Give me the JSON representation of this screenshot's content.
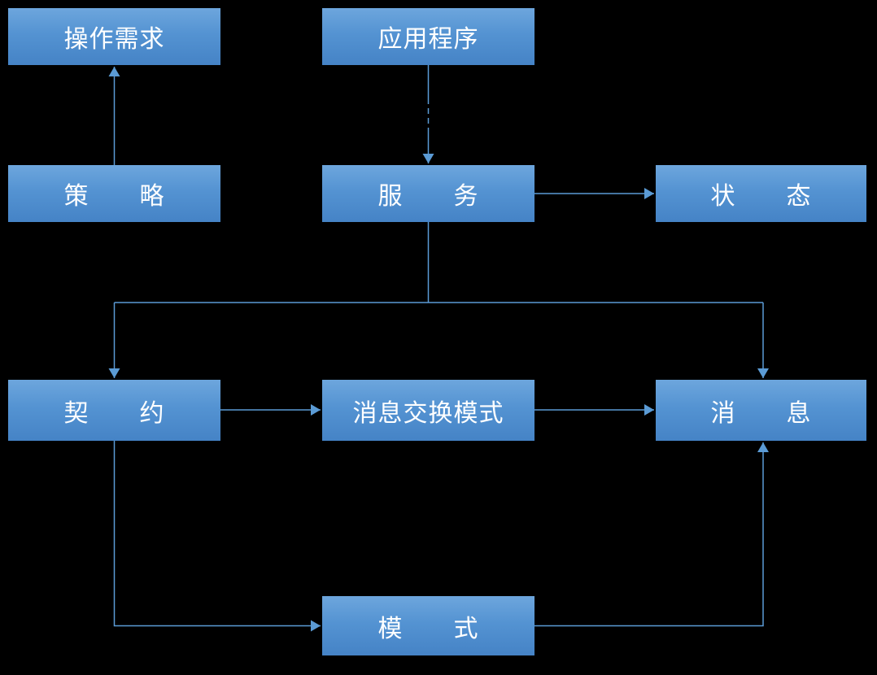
{
  "diagram": {
    "background_color": "#000000",
    "node_gradient_top": "#6DA6DD",
    "node_gradient_bottom": "#4583C6",
    "node_text_color": "#FFFFFF",
    "connector_color": "#5B9BD5",
    "nodes": [
      {
        "id": "operation-requirements",
        "label": "操作需求"
      },
      {
        "id": "application",
        "label": "应用程序"
      },
      {
        "id": "policy",
        "label": "策　　略"
      },
      {
        "id": "service",
        "label": "服　　务"
      },
      {
        "id": "state",
        "label": "状　　态"
      },
      {
        "id": "contract",
        "label": "契　　约"
      },
      {
        "id": "message-exchange-pattern",
        "label": "消息交换模式"
      },
      {
        "id": "message",
        "label": "消　　息"
      },
      {
        "id": "schema",
        "label": "模　　式"
      }
    ],
    "connections": [
      {
        "from": "policy",
        "to": "operation-requirements",
        "style": "solid",
        "arrow": "up"
      },
      {
        "from": "application",
        "to": "service",
        "style": "dashed",
        "arrow": "down"
      },
      {
        "from": "service",
        "to": "state",
        "style": "solid",
        "arrow": "right"
      },
      {
        "from": "service",
        "to": "contract",
        "style": "solid",
        "arrow": "down"
      },
      {
        "from": "service",
        "to": "message",
        "style": "solid",
        "arrow": "down"
      },
      {
        "from": "contract",
        "to": "message-exchange-pattern",
        "style": "solid",
        "arrow": "right"
      },
      {
        "from": "message-exchange-pattern",
        "to": "message",
        "style": "solid",
        "arrow": "right"
      },
      {
        "from": "contract",
        "to": "schema",
        "style": "solid",
        "arrow": "right"
      },
      {
        "from": "schema",
        "to": "message",
        "style": "solid",
        "arrow": "up"
      }
    ]
  }
}
